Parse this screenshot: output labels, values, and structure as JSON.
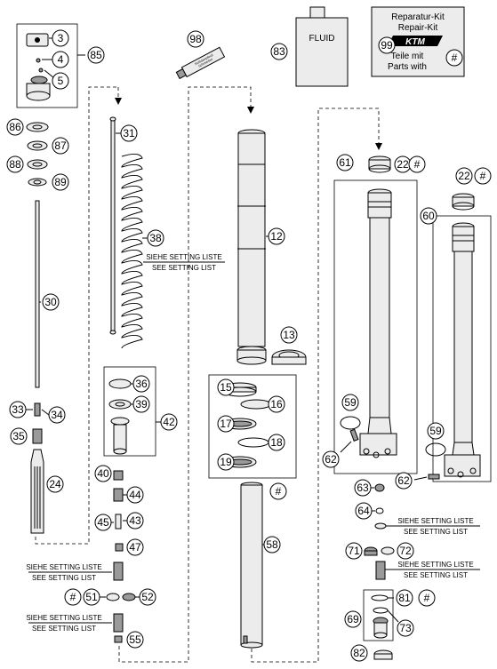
{
  "callouts": {
    "n3": "3",
    "n4": "4",
    "n5": "5",
    "n85": "85",
    "n86": "86",
    "n87": "87",
    "n88": "88",
    "n89": "89",
    "n30": "30",
    "n33": "33",
    "n34": "34",
    "n35": "35",
    "n24": "24",
    "n31": "31",
    "n38": "38",
    "n36": "36",
    "n39": "39",
    "n42": "42",
    "n40": "40",
    "n44": "44",
    "n45": "45",
    "n43": "43",
    "n47": "47",
    "n51": "51",
    "n52": "52",
    "n55": "55",
    "n98": "98",
    "n83": "83",
    "n99": "99",
    "n12": "12",
    "n13": "13",
    "n15": "15",
    "n16": "16",
    "n17": "17",
    "n18": "18",
    "n19": "19",
    "n58": "58",
    "n61": "61",
    "n22a": "22",
    "n22b": "22",
    "n60": "60",
    "n59a": "59",
    "n59b": "59",
    "n62a": "62",
    "n62b": "62",
    "n63": "63",
    "n64": "64",
    "n71": "71",
    "n72": "72",
    "n81": "81",
    "n69": "69",
    "n73": "73",
    "n82": "82"
  },
  "hash_symbol": "#",
  "setting_note": {
    "line1": "SIEHE SETTING LISTE",
    "line2": "SEE SETTING LIST"
  },
  "fluid_label": "FLUID",
  "tube_label": {
    "line1": "Stoßdämpferöl",
    "line2": "Schmierfett"
  },
  "repair_kit": {
    "line1": "Reparatur-Kit",
    "line2": "Repair-Kit",
    "logo": "KTM",
    "line3": "Teile mit",
    "line4": "Parts with"
  }
}
